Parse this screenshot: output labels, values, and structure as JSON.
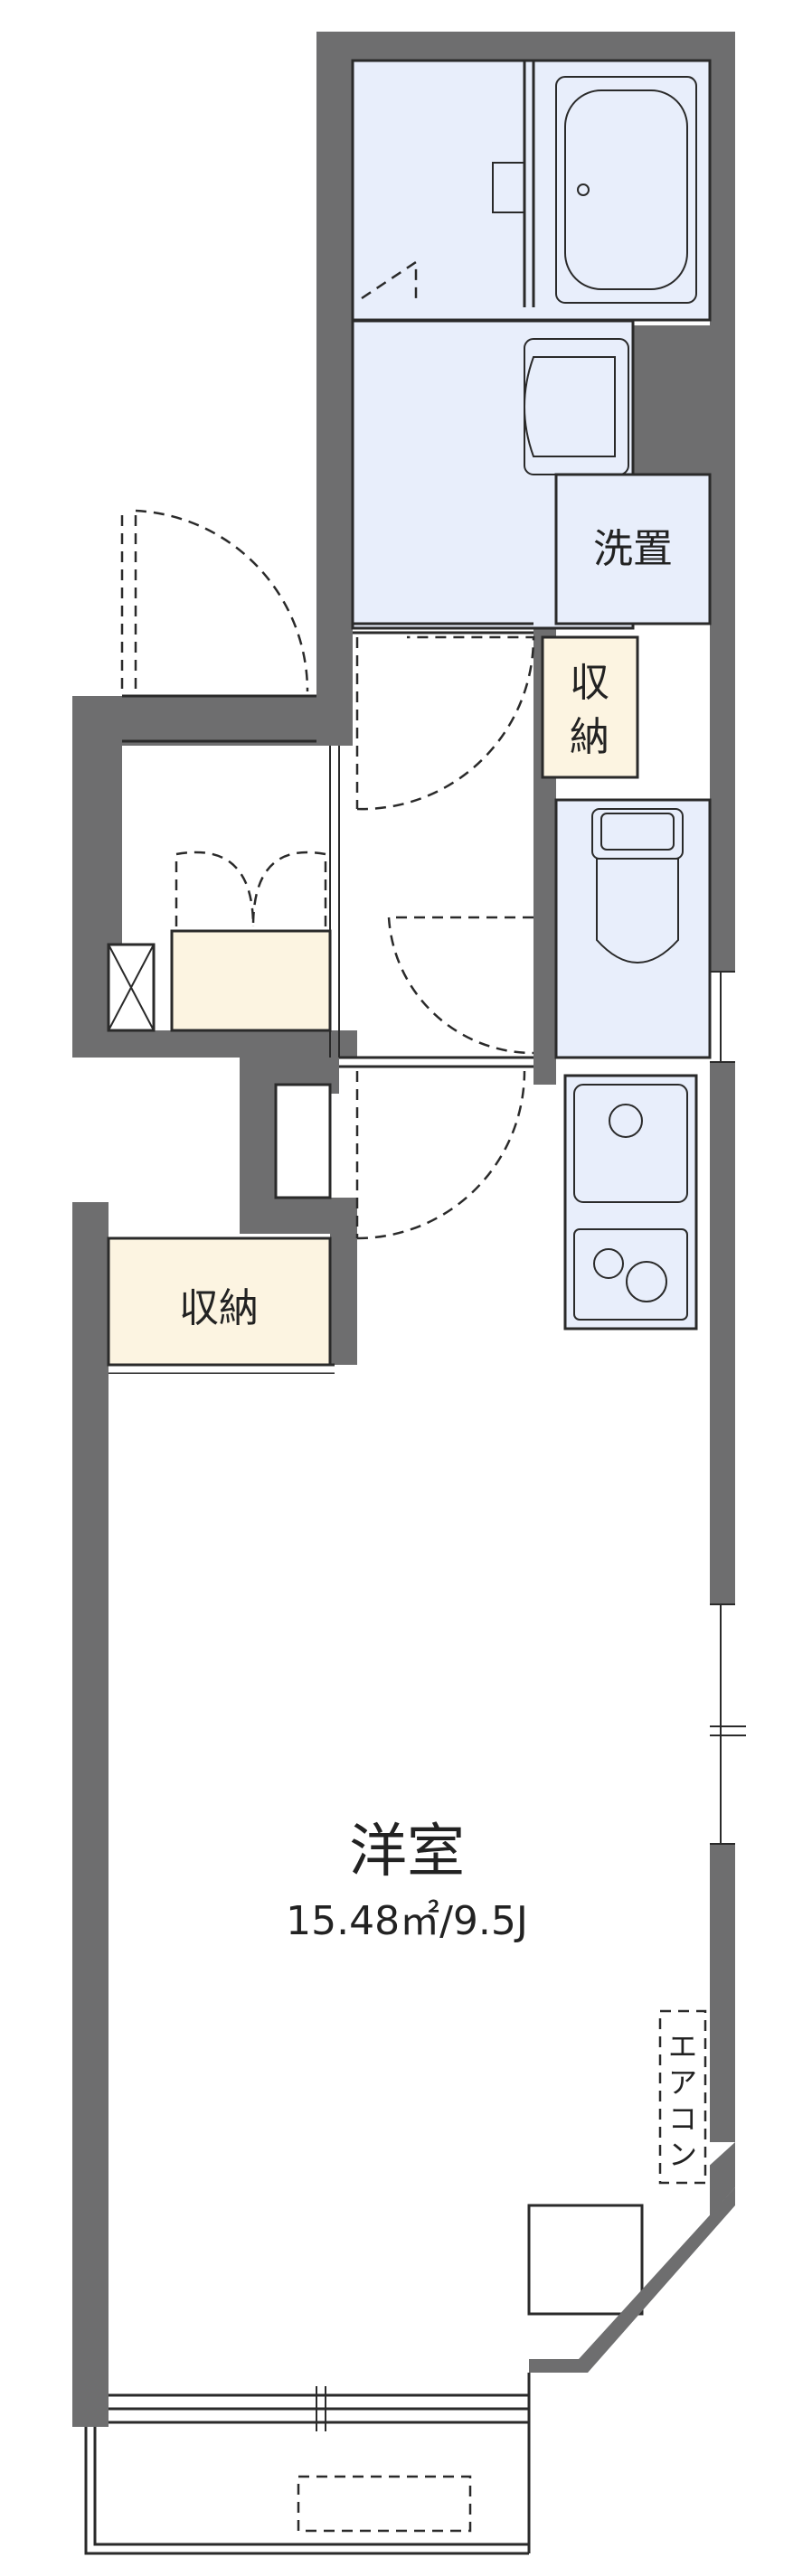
{
  "rooms": {
    "washroom": "洗置",
    "closet_upper_line1": "収",
    "closet_upper_line2": "納",
    "closet_lower": "収納",
    "main_room": "洋室",
    "main_room_size": "15.48㎡/9.5J",
    "aircon_chars": [
      "エ",
      "ア",
      "コ",
      "ン"
    ]
  },
  "colors": {
    "wall": "#6e6e6f",
    "wet_area": "#e8eefb",
    "storage": "#fcf4e1",
    "line": "#2a2a2a"
  }
}
